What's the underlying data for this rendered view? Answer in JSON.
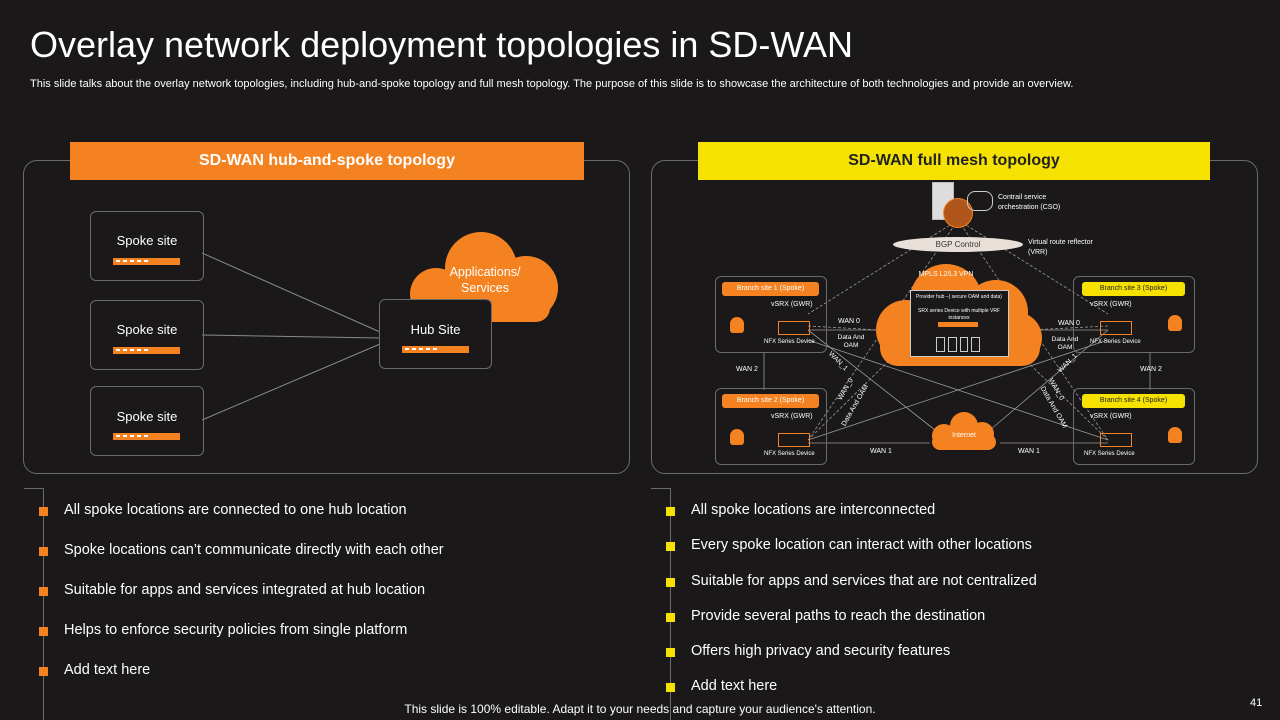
{
  "header": {
    "title": "Overlay network deployment topologies in SD-WAN",
    "subtitle": "This slide talks about the overlay network topologies, including hub-and-spoke topology and full mesh topology. The purpose of this slide is to showcase the architecture of both technologies and provide an overview."
  },
  "colors": {
    "orange": "#f58220",
    "yellow": "#f5e200",
    "background": "#1a1818"
  },
  "hub_spoke": {
    "heading": "SD-WAN hub-and-spoke topology",
    "spokes": [
      "Spoke site",
      "Spoke site",
      "Spoke site"
    ],
    "hub": "Hub Site",
    "cloud": "Applications/ Services",
    "bullets": [
      "All spoke locations are connected to one hub location",
      "Spoke locations can’t communicate directly with each other",
      "Suitable for apps and services integrated at hub location",
      "Helps to enforce security policies from single platform",
      "Add text here"
    ]
  },
  "full_mesh": {
    "heading": "SD-WAN full mesh topology",
    "cso_label": "Contrail service orchestration  (CSO)",
    "bgp": "BGP Control",
    "vrr_label": "Virtual route reflector (VRR)",
    "mpls_title": "MPLS L2/L3  VPN",
    "mpls_provider": "Provider hub –( secure OAM  and data)",
    "mpls_srx": "SRX series Device with multiple  VRF instances",
    "internet": "Internet",
    "branches": [
      {
        "tag": "Branch  site 1 (Spoke)",
        "vsrx": "vSRX (GWR)",
        "nfx": "NFX Series Device"
      },
      {
        "tag": "Branch  site 2 (Spoke)",
        "vsrx": "vSRX (GWR)",
        "nfx": "NFX Series Device"
      },
      {
        "tag": "Branch  site 3 (Spoke)",
        "vsrx": "vSRX (GWR)",
        "nfx": "NFX Series Device"
      },
      {
        "tag": "Branch  site 4 (Spoke)",
        "vsrx": "vSRX (GWR)",
        "nfx": "NFX Series Device"
      }
    ],
    "links": {
      "wan0": "WAN  0",
      "wan1": "WAN  1",
      "wan2": "WAN  2",
      "wan0b": "WAN_0",
      "wan1b": "WAN_1",
      "data_oam": "Data And OAM",
      "data_oam_rot": "Data And OAM"
    },
    "bullets": [
      "All spoke locations are interconnected",
      "Every spoke location can interact with other locations",
      "Suitable for apps and services that are not centralized",
      "Provide several paths to reach the destination",
      "Offers high privacy and security features",
      "Add text here"
    ]
  },
  "footer": "This slide is 100% editable. Adapt it to your needs and capture your audience's attention.",
  "page_number": "41"
}
